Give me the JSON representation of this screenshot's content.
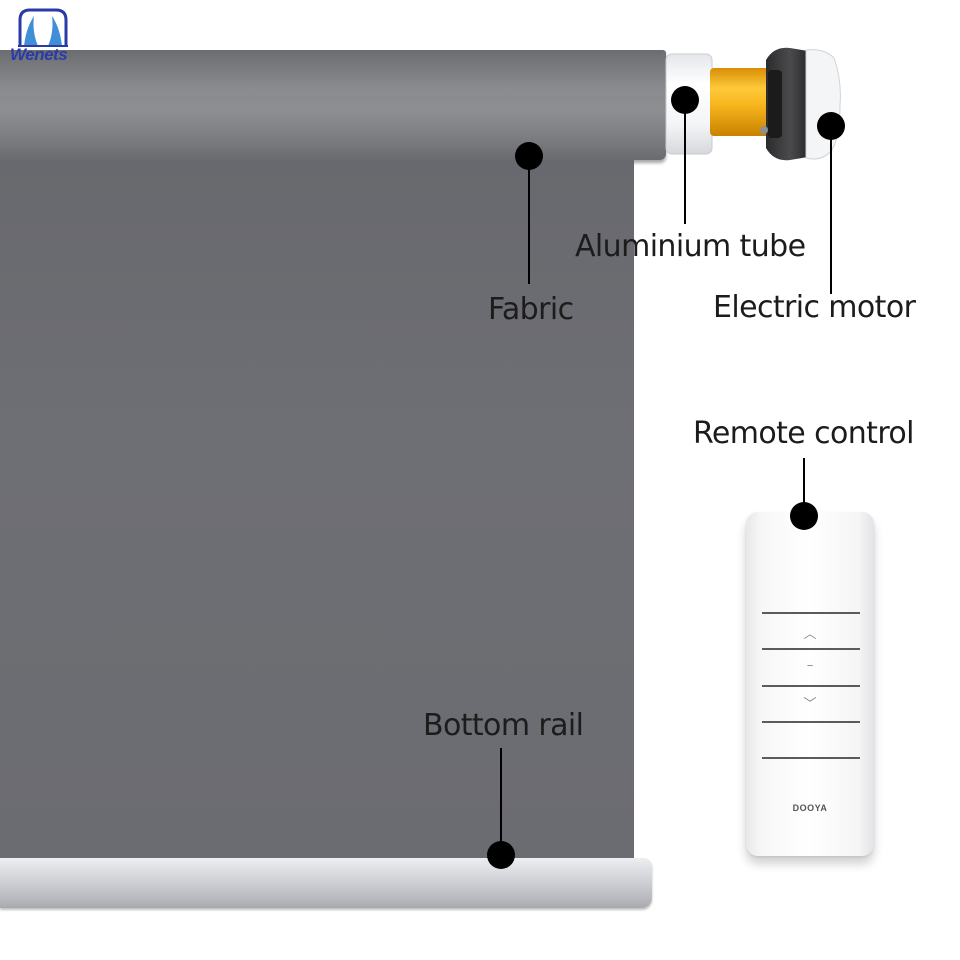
{
  "logo": {
    "text": "Wenets"
  },
  "labels": {
    "aluminium_tube": "Aluminium tube",
    "electric_motor": "Electric motor",
    "fabric": "Fabric",
    "remote_control": "Remote control",
    "bottom_rail": "Bottom rail"
  },
  "remote": {
    "brand": "DOOYA",
    "buttons": [
      "up-chevron-icon",
      "stop-dash-icon",
      "down-chevron-icon"
    ]
  },
  "colors": {
    "fabric": "#6b6c71",
    "motor": "#f4b216",
    "callout": "#000000"
  }
}
